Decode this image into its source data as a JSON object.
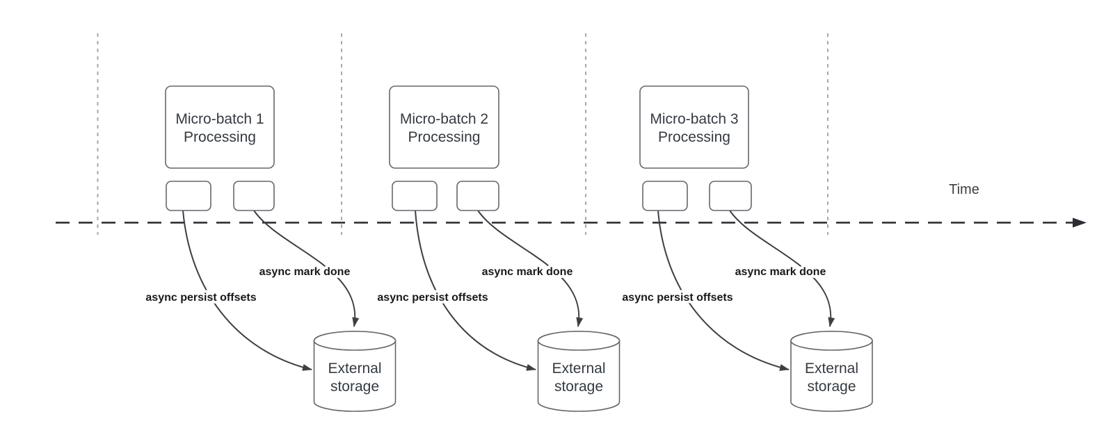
{
  "diagram": {
    "time_axis_label": "Time",
    "batches": [
      {
        "title_line1": "Micro-batch 1",
        "title_line2": "Processing",
        "persist_arrow_label": "async persist offsets",
        "mark_done_arrow_label": "async mark done",
        "storage_line1": "External",
        "storage_line2": "storage"
      },
      {
        "title_line1": "Micro-batch 2",
        "title_line2": "Processing",
        "persist_arrow_label": "async persist offsets",
        "mark_done_arrow_label": "async mark done",
        "storage_line1": "External",
        "storage_line2": "storage"
      },
      {
        "title_line1": "Micro-batch 3",
        "title_line2": "Processing",
        "persist_arrow_label": "async persist offsets",
        "mark_done_arrow_label": "async mark done",
        "storage_line1": "External",
        "storage_line2": "storage"
      }
    ],
    "colors": {
      "background": "#ffffff",
      "shape_stroke": "#63676c",
      "arrow": "#3b4045",
      "timeline": "#23272b",
      "guide_line": "#a9a9a9",
      "node_text": "#343a42",
      "label_text": "#16191d"
    }
  }
}
